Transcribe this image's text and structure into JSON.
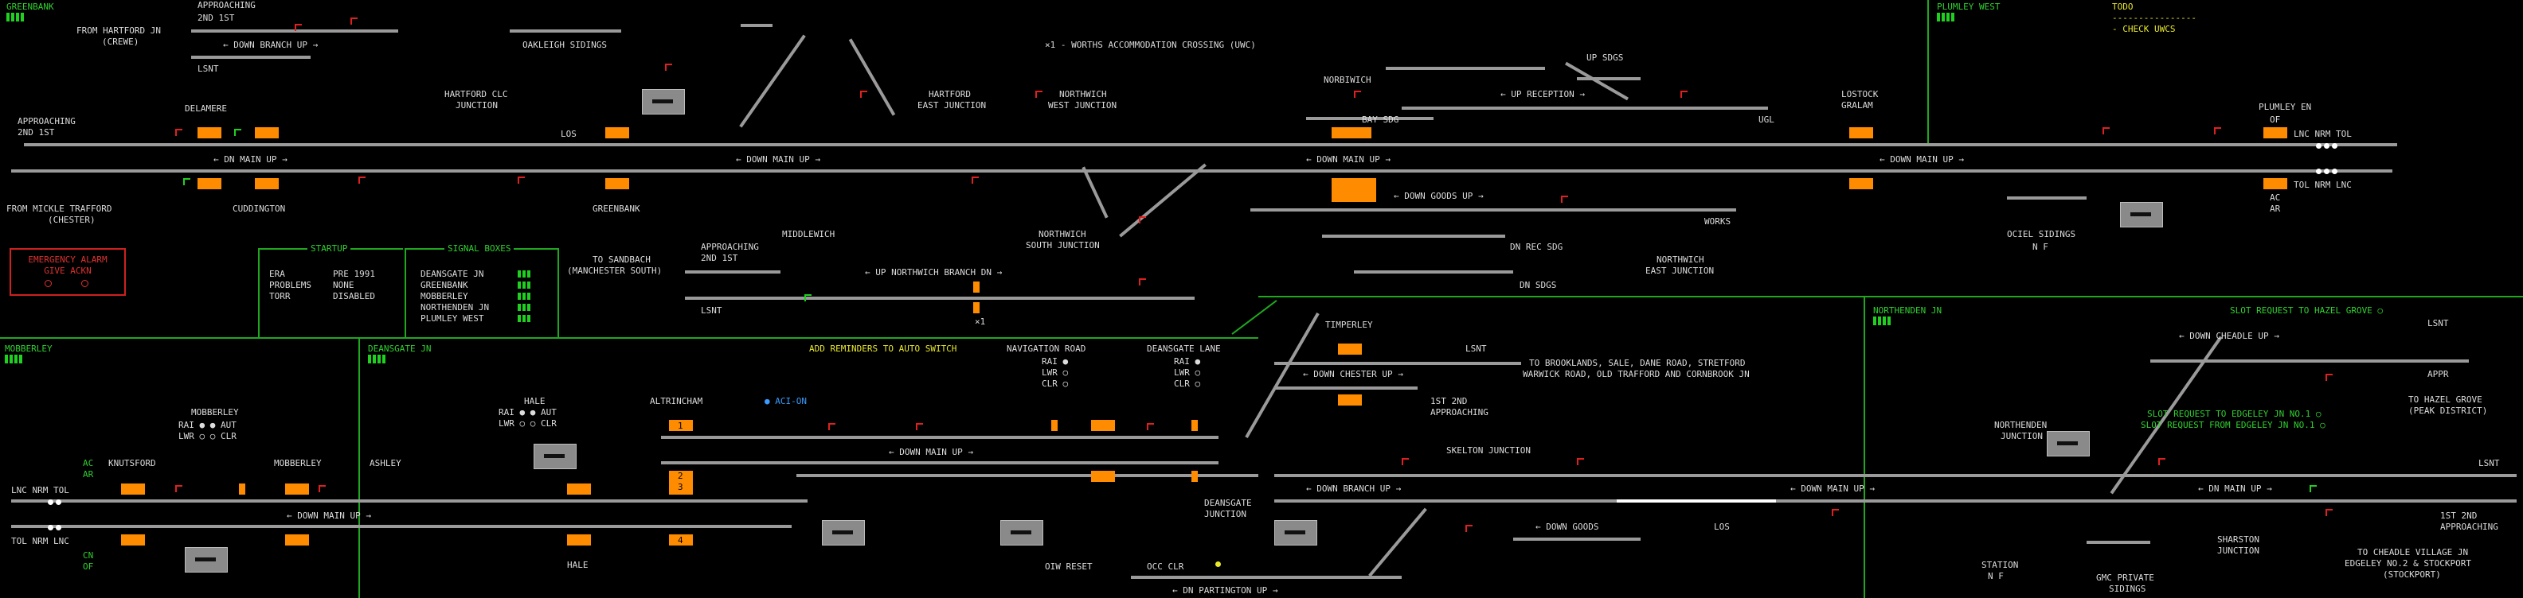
{
  "areas": {
    "greenbank": "GREENBANK",
    "plumley_west": "PLUMLEY WEST",
    "mobberley": "MOBBERLEY",
    "deansgate_jn": "DEANSGATE JN",
    "northenden_jn": "NORTHENDEN JN"
  },
  "todo": {
    "title": "TODO",
    "rule": "----------------",
    "item": "- CHECK UWCS"
  },
  "note_uwc": "×1 - WORTHS ACCOMMODATION CROSSING (UWC)",
  "alarm": {
    "line1": "EMERGENCY ALARM",
    "line2": "GIVE ACKN"
  },
  "startup": {
    "title": "STARTUP",
    "rows": [
      {
        "k": "ERA",
        "v": "PRE 1991"
      },
      {
        "k": "PROBLEMS",
        "v": "NONE"
      },
      {
        "k": "TORR",
        "v": "DISABLED"
      }
    ]
  },
  "signal_boxes": {
    "title": "SIGNAL BOXES",
    "items": [
      "DEANSGATE JN",
      "GREENBANK",
      "MOBBERLEY",
      "NORTHENDEN JN",
      "PLUMLEY WEST"
    ]
  },
  "top_labels": {
    "from_hartford": "FROM HARTFORD JN",
    "crewe": "(CREWE)",
    "approaching": "APPROACHING",
    "nd_st": "2ND    1ST",
    "down_branch_up": "← DOWN BRANCH UP →",
    "lsnt": "LSNT",
    "oakleigh": "OAKLEIGH SIDINGS",
    "approaching_left": "APPROACHING",
    "nd_st_left": "2ND   1ST",
    "delamere": "DELAMERE",
    "hartford_clc": "HARTFORD CLC",
    "junction": "JUNCTION",
    "dn_main_up": "← DN MAIN UP →",
    "down_main_up": "← DOWN MAIN UP →",
    "from_mickle": "FROM MICKLE TRAFFORD",
    "chester": "(CHESTER)",
    "cuddington": "CUDDINGTON",
    "los": "LOS",
    "greenbank_stn": "GREENBANK",
    "hartford_east": "HARTFORD",
    "east_junction": "EAST JUNCTION",
    "northwich_west": "NORTHWICH",
    "west_junction": "WEST JUNCTION",
    "northwich": "NORBIWICH",
    "bay_sdg": "BAY SDG",
    "up_sdgs": "UP SDGS",
    "up_reception": "← UP RECEPTION →",
    "ugl": "UGL",
    "lostock": "LOSTOCK",
    "gralam": "GRALAM",
    "down_goods_up": "← DOWN GOODS UP →",
    "dn_rec_sdg": "DN REC SDG",
    "dn_sdgs": "DN SDGS",
    "works": "WORKS",
    "northwich_east": "NORTHWICH",
    "east_junction2": "EAST JUNCTION",
    "northwich_south": "NORTHWICH",
    "south_junction": "SOUTH JUNCTION",
    "middlewich": "MIDDLEWICH",
    "to_sandbach": "TO SANDBACH",
    "manchester_south": "(MANCHESTER SOUTH)",
    "approaching_mid": "APPROACHING",
    "nd_st_mid": "2ND   1ST",
    "up_northwich_branch": "← UP NORTHWICH BRANCH DN →",
    "x1": "×1",
    "plumley_en": "PLUMLEY EN",
    "of": "OF",
    "lnc_nrm_tol": "LNC NRM TOL",
    "tol_nrm_lnc": "TOL NRM LNC",
    "ac": "AC",
    "ar": "AR",
    "ociel": "OCIEL SIDINGS",
    "n_f": "N   F"
  },
  "bottom_labels": {
    "mobberley": "MOBBERLEY",
    "rai_aut": "RAI ●  ● AUT",
    "lwr_clr": "LWR ○  ○ CLR",
    "knutsford": "KNUTSFORD",
    "ac": "AC",
    "ar": "AR",
    "lnc_nrm_tol": "LNC NRM TOL",
    "tol_nrm_lnc": "TOL NRM LNC",
    "cn": "CN",
    "of": "OF",
    "down_main_up": "← DOWN MAIN UP →",
    "mobberley2": "MOBBERLEY",
    "ashley": "ASHLEY",
    "hale_top": "HALE",
    "hale_rai": "RAI ●  ● AUT",
    "hale_lwr": "LWR ○  ○ CLR",
    "hale": "HALE",
    "altrincham": "ALTRINCHAM",
    "aci_on": "● ACI-ON",
    "add_reminders": "ADD REMINDERS TO AUTO SWITCH",
    "navigation_road": "NAVIGATION ROAD",
    "nav_rai": "RAI ●",
    "nav_lwr": "LWR ○",
    "nav_clr": "CLR ○",
    "deansgate_lane": "DEANSGATE LANE",
    "dl_rai": "RAI ●",
    "dl_lwr": "LWR ○",
    "dl_clr": "CLR ○",
    "down_main_up2": "← DOWN MAIN UP →",
    "deansgate_junction": "DEANSGATE",
    "junction": "JUNCTION",
    "oiw_reset": "OIW RESET",
    "occ_clr": "OCC CLR",
    "dn_partington": "← DN PARTINGTON UP →",
    "timperley": "TIMPERLEY",
    "lsnt": "LSNT",
    "down_chester_up": "← DOWN CHESTER UP →",
    "approaching": "1ST   2ND",
    "approaching2": "APPROACHING",
    "to_brooklands": "TO BROOKLANDS, SALE, DANE ROAD, STRETFORD",
    "warwick_road": "WARWICK ROAD, OLD TRAFFORD AND CORNBROOK JN",
    "skelton": "SKELTON JUNCTION",
    "down_branch_up": "← DOWN BRANCH UP →",
    "down_goods": "← DOWN GOODS",
    "los": "LOS",
    "down_main_up3": "← DOWN MAIN UP →",
    "down_cheadle_up": "← DOWN CHEADLE UP →",
    "slot_hazel": "SLOT REQUEST TO HAZEL GROVE ○",
    "slot_edgeley1": "SLOT REQUEST TO EDGELEY JN NO.1 ○",
    "slot_edgeley2": "SLOT REQUEST FROM EDGELEY JN NO.1 ○",
    "northenden": "NORTHENDEN",
    "junction2": "JUNCTION",
    "dn_main_up": "← DN MAIN UP →",
    "sharston": "SHARSTON",
    "junction3": "JUNCTION",
    "to_hazel": "TO HAZEL GROVE",
    "peak": "(PEAK DISTRICT)",
    "lsnt2": "LSNT",
    "appr": "APPR",
    "lsnt3": "LSNT",
    "st_nd": "1ST   2ND",
    "approaching3": "APPROACHING",
    "station": "STATION",
    "n_f": "N  F",
    "gmc": "GMC PRIVATE",
    "sidings": "SIDINGS",
    "to_cheadle": "TO CHEADLE VILLAGE JN",
    "edgeley": "EDGELEY NO.2 & STOCKPORT",
    "stockport": "(STOCKPORT)"
  },
  "colors": {
    "track": "#9a9a9a",
    "platform": "#ff8c00",
    "signal_red": "#e02020",
    "signal_green": "#20d020",
    "border": "#1fa81f"
  }
}
